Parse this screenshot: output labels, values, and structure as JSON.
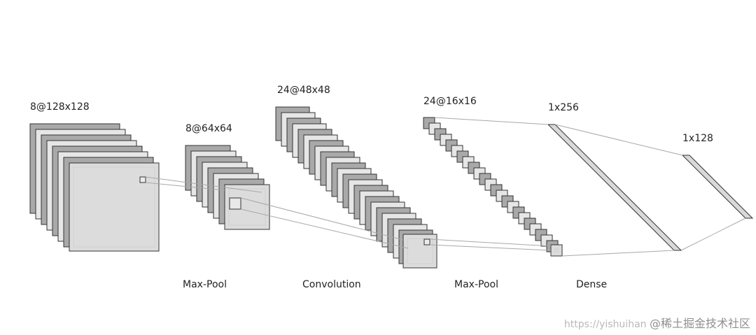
{
  "layers": [
    {
      "id": "input",
      "dims": "8@128x128",
      "op": ""
    },
    {
      "id": "pool1",
      "dims": "8@64x64",
      "op": "Max-Pool"
    },
    {
      "id": "conv",
      "dims": "24@48x48",
      "op": "Convolution"
    },
    {
      "id": "pool2",
      "dims": "24@16x16",
      "op": "Max-Pool"
    },
    {
      "id": "dense1",
      "dims": "1x256",
      "op": "Dense"
    },
    {
      "id": "dense2",
      "dims": "1x128",
      "op": ""
    }
  ],
  "watermark": {
    "url": "https://yishuihan",
    "brand": "@稀土掘金技术社区"
  },
  "colors": {
    "map_dark": "#a9a9a9",
    "map_light": "#e6e6e6",
    "front_map": "#dcdcdc",
    "connector": "#a8a8a8",
    "stroke": "#333333"
  }
}
